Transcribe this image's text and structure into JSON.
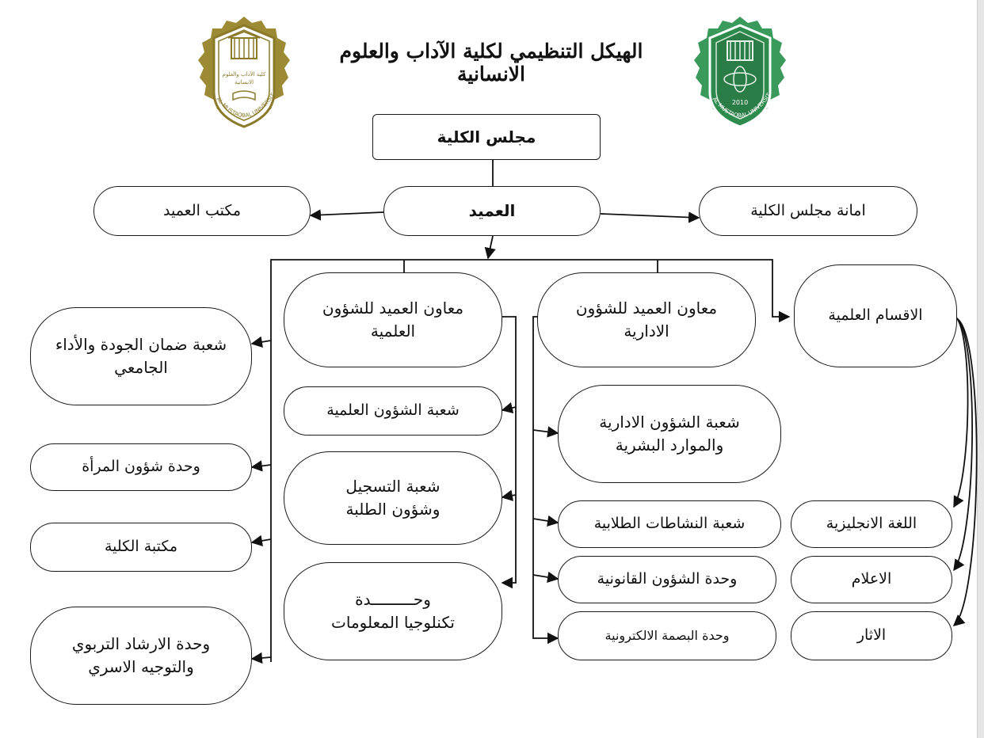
{
  "title": "الهيكل التنظيمي لكلية الآداب والعلوم الانسانية",
  "logos": {
    "left": {
      "lines": [
        "كلية الآداب والعلوم",
        "الانسانية"
      ],
      "arc": "AL MUSTAQBAL UNIVERSITY",
      "color": "#8a7a2a"
    },
    "right": {
      "year": "2010",
      "arc": "AL MUSTAQBAL UNIVERSITY",
      "color": "#2e8b4e"
    }
  },
  "nodes": {
    "council": "مجلس الكلية",
    "dean": "العميد",
    "dean_office": "مكتب العميد",
    "council_secretariat": "امانة مجلس الكلية",
    "sci_assistant": "معاون العميد للشؤون العلمية",
    "admin_assistant": "معاون العميد للشؤون الادارية",
    "departments": "الاقسام العلمية",
    "quality": "شعبة ضمان الجودة والأداء الجامعي",
    "women": "وحدة شؤون المرأة",
    "library": "مكتبة الكلية",
    "guidance": "وحدة الارشاد التربوي والتوجيه الاسري",
    "sci_affairs": "شعبة الشؤون العلمية",
    "registration": "شعبة التسجيل وشؤون الطلبة",
    "it_line1": "وحـــــــــدة",
    "it_line2": "تكنلوجيا المعلومات",
    "hr": "شعبة الشؤون الادارية والموارد البشرية",
    "activities": "شعبة النشاطات الطلابية",
    "legal": "وحدة الشؤون القانونية",
    "fingerprint": "وحدة البصمة الالكترونية",
    "english": "اللغة الانجليزية",
    "media": "الاعلام",
    "archaeology": "الاثار"
  }
}
